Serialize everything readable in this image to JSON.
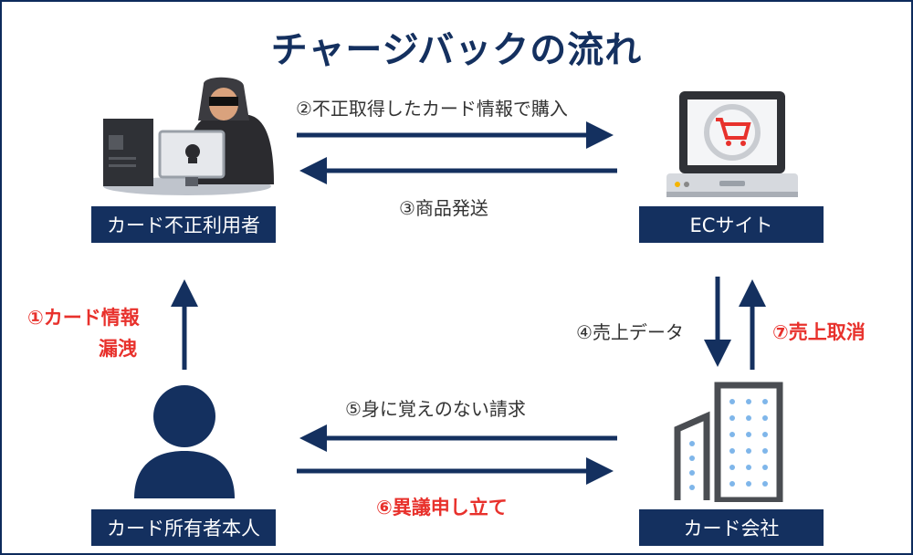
{
  "title": "チャージバックの流れ",
  "nodes": {
    "fraudster": "カード不正利用者",
    "ec_site": "ECサイト",
    "owner": "カード所有者本人",
    "card_company": "カード会社"
  },
  "steps": {
    "s1_line1": "①カード情報",
    "s1_line2": "漏洩",
    "s2": "②不正取得したカード情報で購入",
    "s3": "③商品発送",
    "s4": "④売上データ",
    "s5": "⑤身に覚えのない請求",
    "s6": "⑥異議申し立て",
    "s7": "⑦売上取消"
  },
  "colors": {
    "navy": "#14305f",
    "red": "#e8312c",
    "gray": "#3b3b3b"
  },
  "icons": [
    "hacker-computer-icon",
    "laptop-cart-icon",
    "person-icon",
    "office-building-icon"
  ]
}
